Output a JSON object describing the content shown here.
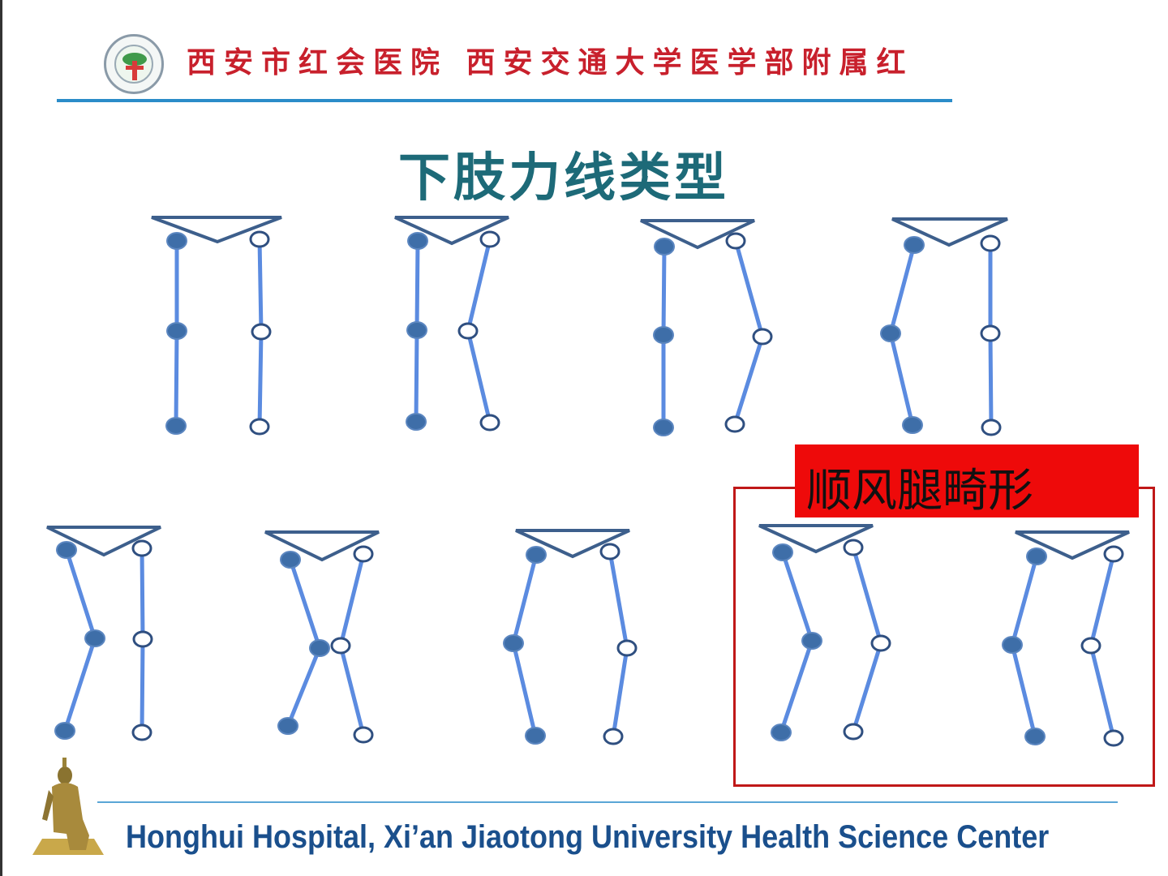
{
  "header": {
    "hospital_name": "西安市红会医院  西安交通大学医学部附属红",
    "logo_label": "hospital-logo"
  },
  "title": "下肢力线类型",
  "highlight": {
    "label": "顺风腿畸形"
  },
  "footer": {
    "text": "Honghui Hospital, Xi’an Jiaotong University Health Science Center"
  },
  "colors": {
    "line": "#5b8be0",
    "filled_joint": "#3e6ea8",
    "header_red": "#c8202c",
    "title_teal": "#1d6a78",
    "highlight_red": "#ee0a0a"
  }
}
